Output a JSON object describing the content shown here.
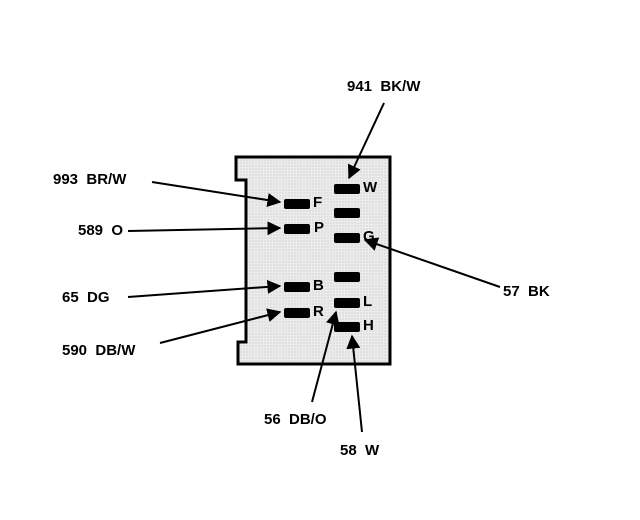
{
  "diagram": {
    "connector": {
      "background_color": "#e9e9e9",
      "outline_color": "#000000"
    },
    "pins": {
      "F": "F",
      "P": "P",
      "B": "B",
      "R": "R",
      "W": "W",
      "G": "G",
      "L": "L",
      "H": "H"
    },
    "wire_labels": {
      "w941": "941  BK/W",
      "w993": "993  BR/W",
      "w589": "589  O",
      "w65": "65  DG",
      "w590": "590  DB/W",
      "w57": "57  BK",
      "w56": "56  DB/O",
      "w58": "58  W"
    }
  }
}
